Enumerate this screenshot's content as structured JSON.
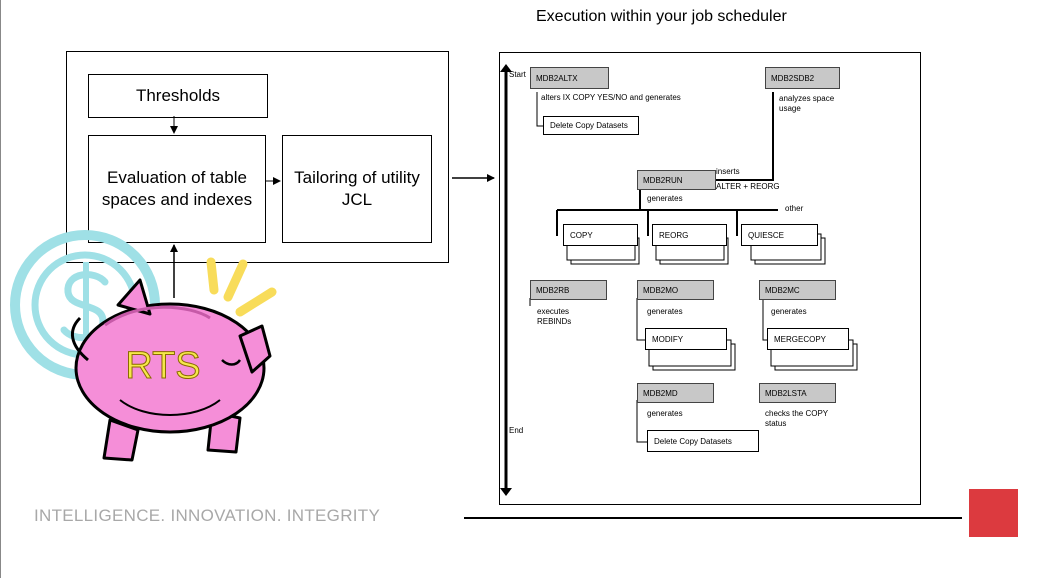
{
  "title": "Execution within your job scheduler",
  "left_panel": {
    "thresholds": "Thresholds",
    "evaluation": "Evaluation of table spaces and indexes",
    "tailoring": "Tailoring of utility JCL"
  },
  "illustration": {
    "label": "RTS"
  },
  "scheduler": {
    "start_label": "Start",
    "end_label": "End",
    "jobs": {
      "mdb2altx": "MDB2ALTX",
      "mdb2sdb2": "MDB2SDB2",
      "mdb2run": "MDB2RUN",
      "mdb2rb": "MDB2RB",
      "mdb2mo": "MDB2MO",
      "mdb2mc": "MDB2MC",
      "mdb2md": "MDB2MD",
      "mdb2lsta": "MDB2LSTA"
    },
    "notes": {
      "altx": "alters IX COPY YES/NO and generates",
      "sdb2": "analyzes space usage",
      "inserts": "inserts",
      "alter_reorg": "ALTER + REORG",
      "run_generates": "generates",
      "other": "other",
      "rb": "executes REBINDs",
      "mo": "generates",
      "mc": "generates",
      "md": "generates",
      "lsta": "checks the COPY status"
    },
    "outputs": {
      "delete_copy_1": "Delete Copy Datasets",
      "copy": "COPY",
      "reorg": "REORG",
      "quiesce": "QUIESCE",
      "modify": "MODIFY",
      "mergecopy": "MERGECOPY",
      "delete_copy_2": "Delete Copy Datasets"
    }
  },
  "footer": {
    "slogan": "INTELLIGENCE. INNOVATION. INTEGRITY"
  },
  "colors": {
    "accent_red": "#dc3a3f",
    "job_gray": "#c8c8c8",
    "pig_pink": "#f58ed8",
    "coin_cyan": "#9fe0e6",
    "ray_yellow": "#f8dc5a"
  }
}
